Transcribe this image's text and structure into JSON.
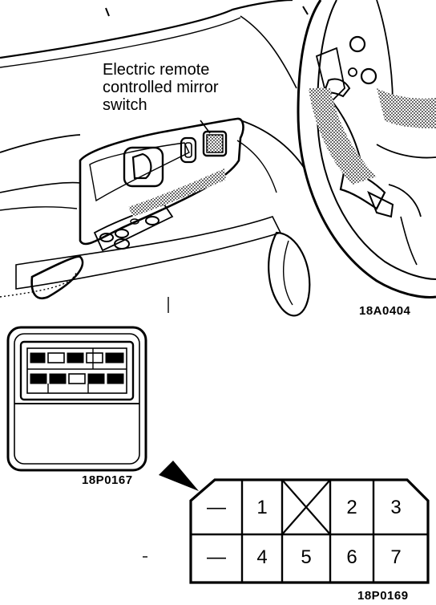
{
  "callout": {
    "lines": [
      "Electric remote",
      "controlled mirror",
      "switch"
    ]
  },
  "figure_ids": {
    "top": "18A0404",
    "connector": "18P0167",
    "pin_layout": "18P0169"
  },
  "pins": {
    "row1": [
      "—",
      "1",
      "",
      "2",
      "3"
    ],
    "row2": [
      "—",
      "4",
      "5",
      "6",
      "7"
    ]
  },
  "icons": {
    "blank_pin": "x-cross-icon",
    "pointer": "triangle-pointer-icon"
  },
  "colors": {
    "ink": "#000000",
    "paper": "#ffffff",
    "shading": "#9a9a9a"
  }
}
